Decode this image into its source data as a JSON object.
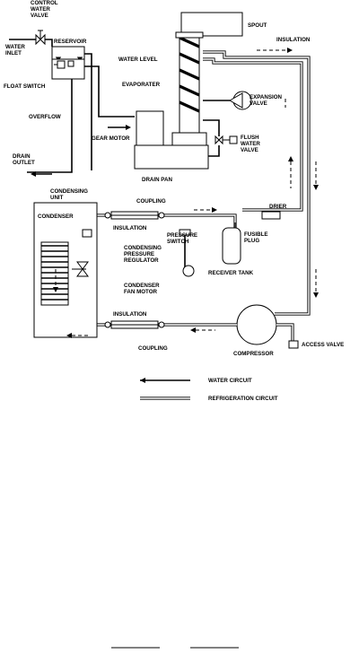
{
  "labels": {
    "control_water_valve": [
      "CONTROL",
      "WATER",
      "VALVE"
    ],
    "water_inlet": [
      "WATER",
      "INLET"
    ],
    "reservoir": "RESERVOIR",
    "float_switch": "FLOAT SWITCH",
    "overflow": "OVERFLOW",
    "drain_outlet": [
      "DRAIN",
      "OUTLET"
    ],
    "spout": "SPOUT",
    "insulation_top": "INSULATION",
    "water_level": "WATER LEVEL",
    "evaporater": "EVAPORATER",
    "expansion_valve": [
      "EXPANSION",
      "VALVE"
    ],
    "gear_motor": "GEAR MOTOR",
    "flush_water_valve": [
      "FLUSH",
      "WATER",
      "VALVE"
    ],
    "drain_pan": "DRAIN PAN",
    "condensing_unit": [
      "CONDENSING",
      "UNIT"
    ],
    "coupling_top": "COUPLING",
    "drier": "DRIER",
    "condenser": "CONDENSER",
    "insulation_mid": "INSULATION",
    "pressure_switch": [
      "PRESSURE",
      "SWITCH"
    ],
    "fusible_plug": [
      "FUSIBLE",
      "PLUG"
    ],
    "condensing_pressure_regulator": [
      "CONDENSING",
      "PRESSURE",
      "REGULATOR"
    ],
    "receiver_tank": "RECEIVER TANK",
    "condenser_fan_motor": [
      "CONDENSER",
      "FAN  MOTOR"
    ],
    "insulation_bottom": "INSULATION",
    "coupling_bottom": "COUPLING",
    "compressor": "COMPRESSOR",
    "access_valve": "ACCESS VALVE"
  },
  "legend": {
    "water_circuit": "WATER CIRCUIT",
    "refrigeration_circuit": "REFRIGERATION CIRCUIT"
  }
}
